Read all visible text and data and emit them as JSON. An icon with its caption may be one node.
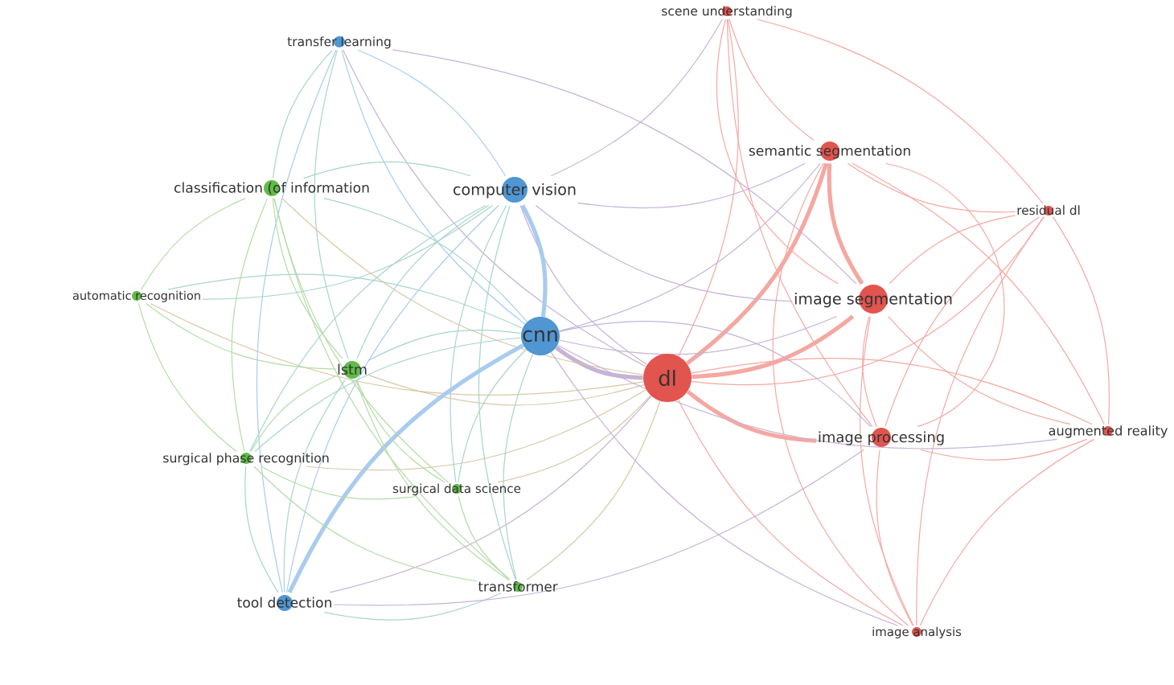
{
  "diagram": {
    "nodes": [
      {
        "text": [
          "scene understanding"
        ]
      },
      {
        "text": [
          "transfer learning"
        ]
      },
      {
        "text": [
          "semantic segmentation"
        ]
      },
      {
        "text": [
          "classification (of information"
        ]
      },
      {
        "text": [
          "computer vision"
        ]
      },
      {
        "text": [
          "residual dl"
        ]
      },
      {
        "text": [
          "automatic recognition"
        ]
      },
      {
        "text": [
          "image segmentation"
        ]
      },
      {
        "text": [
          "cnn"
        ]
      },
      {
        "text": [
          "lstm"
        ]
      },
      {
        "text": [
          "dl"
        ]
      },
      {
        "text": [
          "augmented reality"
        ]
      },
      {
        "text": [
          "image processing"
        ]
      },
      {
        "text": [
          "surgical phase recognition"
        ]
      },
      {
        "text": [
          "surgical data science"
        ]
      },
      {
        "text": [
          "transformer"
        ]
      },
      {
        "text": [
          "tool detection"
        ]
      },
      {
        "text": [
          "image analysis"
        ]
      }
    ],
    "edges": [
      {
        "from": 10,
        "to": 7,
        "arrow": "none",
        "style": "thick"
      },
      {
        "from": 10,
        "to": 2,
        "arrow": "none",
        "style": "thick"
      },
      {
        "from": 10,
        "to": 12,
        "arrow": "none",
        "style": "thick"
      },
      {
        "from": 10,
        "to": 11,
        "arrow": "none"
      },
      {
        "from": 10,
        "to": 5,
        "arrow": "none"
      },
      {
        "from": 10,
        "to": 0,
        "arrow": "none"
      },
      {
        "from": 10,
        "to": 17,
        "arrow": "none"
      },
      {
        "from": 8,
        "to": 10,
        "arrow": "none",
        "style": "thick",
        "color": "#c6b3d6"
      },
      {
        "from": 4,
        "to": 10,
        "arrow": "none",
        "color": "#c6b3d6"
      },
      {
        "from": 9,
        "to": 10,
        "arrow": "none",
        "color": "#d9c7a5"
      },
      {
        "from": 15,
        "to": 10,
        "arrow": "none",
        "color": "#d9c7a5"
      },
      {
        "from": 14,
        "to": 10,
        "arrow": "none",
        "color": "#d9c7a5"
      },
      {
        "from": 16,
        "to": 10,
        "arrow": "none",
        "color": "#c6b3d6"
      },
      {
        "from": 3,
        "to": 10,
        "arrow": "none",
        "color": "#d9c7a5"
      },
      {
        "from": 1,
        "to": 10,
        "arrow": "none",
        "color": "#c6b3d6"
      },
      {
        "from": 13,
        "to": 10,
        "arrow": "none",
        "color": "#d9c7a5"
      },
      {
        "from": 6,
        "to": 10,
        "arrow": "none",
        "color": "#d9c7a5"
      },
      {
        "from": 8,
        "to": 4,
        "arrow": "none",
        "style": "thick",
        "color": "#a9cbee"
      },
      {
        "from": 8,
        "to": 9,
        "arrow": "none",
        "color": "#a7d5cc"
      },
      {
        "from": 8,
        "to": 16,
        "arrow": "none",
        "style": "thick",
        "color": "#a9cbee"
      },
      {
        "from": 8,
        "to": 1,
        "arrow": "none",
        "color": "#a9cbee"
      },
      {
        "from": 8,
        "to": 3,
        "arrow": "none",
        "color": "#a7d5cc"
      },
      {
        "from": 8,
        "to": 6,
        "arrow": "none",
        "color": "#a7d5cc"
      },
      {
        "from": 8,
        "to": 13,
        "arrow": "none",
        "color": "#a7d5cc"
      },
      {
        "from": 8,
        "to": 14,
        "arrow": "none",
        "color": "#a7d5cc"
      },
      {
        "from": 8,
        "to": 15,
        "arrow": "none",
        "color": "#a7d5cc"
      },
      {
        "from": 8,
        "to": 7,
        "arrow": "none",
        "color": "#c6b3d6"
      },
      {
        "from": 8,
        "to": 12,
        "arrow": "none",
        "color": "#c6b3d6"
      },
      {
        "from": 8,
        "to": 2,
        "arrow": "none",
        "color": "#c6b3d6"
      },
      {
        "from": 8,
        "to": 11,
        "arrow": "none",
        "color": "#c6b3d6"
      },
      {
        "from": 8,
        "to": 17,
        "arrow": "none",
        "color": "#c6b3d6"
      },
      {
        "from": 4,
        "to": 1,
        "arrow": "none",
        "color": "#a9cbee"
      },
      {
        "from": 4,
        "to": 3,
        "arrow": "none",
        "color": "#a7d5cc"
      },
      {
        "from": 4,
        "to": 9,
        "arrow": "none",
        "color": "#a7d5cc"
      },
      {
        "from": 4,
        "to": 16,
        "arrow": "none",
        "color": "#a9cbee"
      },
      {
        "from": 4,
        "to": 13,
        "arrow": "none",
        "color": "#a7d5cc"
      },
      {
        "from": 4,
        "to": 7,
        "arrow": "none",
        "color": "#c6b3d6"
      },
      {
        "from": 4,
        "to": 2,
        "arrow": "none",
        "color": "#c6b3d6"
      },
      {
        "from": 4,
        "to": 14,
        "arrow": "none",
        "color": "#a7d5cc"
      },
      {
        "from": 4,
        "to": 15,
        "arrow": "none",
        "color": "#a7d5cc"
      },
      {
        "from": 4,
        "to": 0,
        "arrow": "none",
        "color": "#c6b3d6"
      },
      {
        "from": 1,
        "to": 3,
        "arrow": "none",
        "color": "#a7d5cc"
      },
      {
        "from": 1,
        "to": 16,
        "arrow": "none",
        "color": "#a9cbee"
      },
      {
        "from": 1,
        "to": 7,
        "arrow": "none",
        "color": "#c6b3d6"
      },
      {
        "from": 1,
        "to": 9,
        "arrow": "none",
        "color": "#a7d5cc"
      },
      {
        "from": 3,
        "to": 6,
        "arrow": "none",
        "color": "#b4dca6"
      },
      {
        "from": 3,
        "to": 9,
        "arrow": "none",
        "color": "#b4dca6"
      },
      {
        "from": 3,
        "to": 13,
        "arrow": "none",
        "color": "#b4dca6"
      },
      {
        "from": 3,
        "to": 14,
        "arrow": "none",
        "color": "#b4dca6"
      },
      {
        "from": 3,
        "to": 15,
        "arrow": "none",
        "color": "#b4dca6"
      },
      {
        "from": 6,
        "to": 9,
        "arrow": "none",
        "color": "#b4dca6"
      },
      {
        "from": 6,
        "to": 13,
        "arrow": "none",
        "color": "#b4dca6"
      },
      {
        "from": 6,
        "to": 4,
        "arrow": "none",
        "color": "#a7d5cc"
      },
      {
        "from": 9,
        "to": 13,
        "arrow": "none",
        "color": "#b4dca6"
      },
      {
        "from": 9,
        "to": 14,
        "arrow": "none",
        "color": "#b4dca6"
      },
      {
        "from": 9,
        "to": 15,
        "arrow": "none",
        "color": "#b4dca6"
      },
      {
        "from": 9,
        "to": 16,
        "arrow": "none",
        "color": "#a7d5cc"
      },
      {
        "from": 13,
        "to": 16,
        "arrow": "none",
        "color": "#a7d5cc"
      },
      {
        "from": 13,
        "to": 15,
        "arrow": "none",
        "color": "#b4dca6"
      },
      {
        "from": 13,
        "to": 14,
        "arrow": "none",
        "color": "#b4dca6"
      },
      {
        "from": 14,
        "to": 15,
        "arrow": "none",
        "color": "#b4dca6"
      },
      {
        "from": 16,
        "to": 15,
        "arrow": "none",
        "color": "#a7d5cc"
      },
      {
        "from": 16,
        "to": 12,
        "arrow": "none",
        "color": "#c6b3d6"
      },
      {
        "from": 0,
        "to": 2,
        "arrow": "none"
      },
      {
        "from": 0,
        "to": 7,
        "arrow": "none"
      },
      {
        "from": 0,
        "to": 12,
        "arrow": "none"
      },
      {
        "from": 0,
        "to": 5,
        "arrow": "none"
      },
      {
        "from": 2,
        "to": 7,
        "arrow": "none",
        "style": "thick"
      },
      {
        "from": 2,
        "to": 12,
        "arrow": "none"
      },
      {
        "from": 2,
        "to": 5,
        "arrow": "none"
      },
      {
        "from": 2,
        "to": 11,
        "arrow": "none"
      },
      {
        "from": 2,
        "to": 17,
        "arrow": "none"
      },
      {
        "from": 5,
        "to": 7,
        "arrow": "none"
      },
      {
        "from": 5,
        "to": 12,
        "arrow": "none"
      },
      {
        "from": 5,
        "to": 17,
        "arrow": "none"
      },
      {
        "from": 7,
        "to": 12,
        "arrow": "none"
      },
      {
        "from": 7,
        "to": 11,
        "arrow": "none"
      },
      {
        "from": 7,
        "to": 17,
        "arrow": "none"
      },
      {
        "from": 12,
        "to": 11,
        "arrow": "none"
      },
      {
        "from": 12,
        "to": 17,
        "arrow": "none"
      },
      {
        "from": 11,
        "to": 17,
        "arrow": "none"
      },
      {
        "from": 11,
        "to": 5,
        "arrow": "none"
      }
    ]
  }
}
